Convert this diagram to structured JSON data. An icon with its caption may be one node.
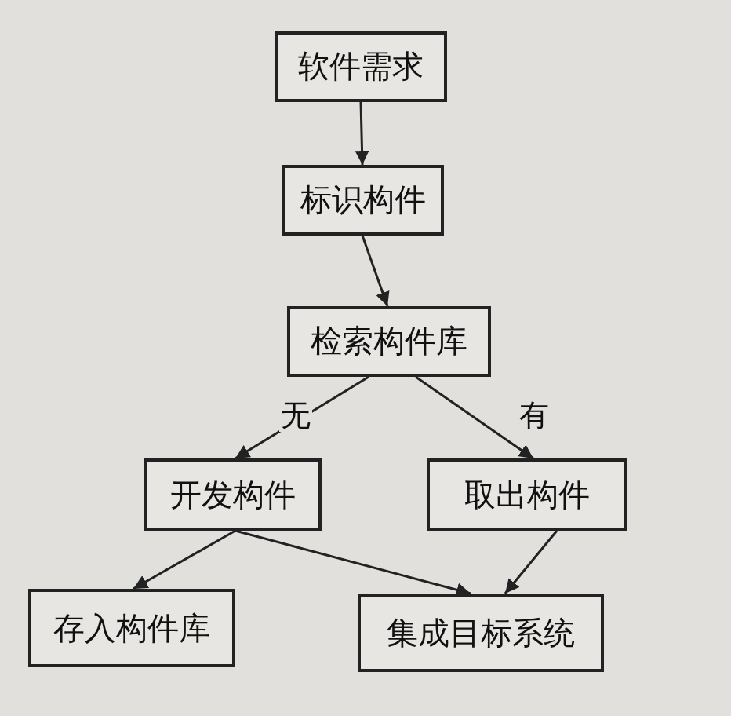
{
  "diagram": {
    "nodes": [
      {
        "text": [
          "软件需求"
        ]
      },
      {
        "text": [
          "标识构件"
        ]
      },
      {
        "text": [
          "检索构件库"
        ]
      },
      {
        "text": [
          "开发构件"
        ]
      },
      {
        "text": [
          "取出构件"
        ]
      },
      {
        "text": [
          "存入构件库"
        ]
      },
      {
        "text": [
          "集成目标系统"
        ]
      }
    ],
    "edges": [
      {
        "from": 0,
        "to": 1,
        "arrow": "to"
      },
      {
        "from": 1,
        "to": 2,
        "arrow": "to"
      },
      {
        "from": 2,
        "to": 3,
        "arrow": "to",
        "label": "无"
      },
      {
        "from": 2,
        "to": 4,
        "arrow": "to",
        "label": "有"
      },
      {
        "from": 3,
        "to": 5,
        "arrow": "to"
      },
      {
        "from": 3,
        "to": 6,
        "arrow": "to"
      },
      {
        "from": 4,
        "to": 6,
        "arrow": "to"
      }
    ]
  }
}
